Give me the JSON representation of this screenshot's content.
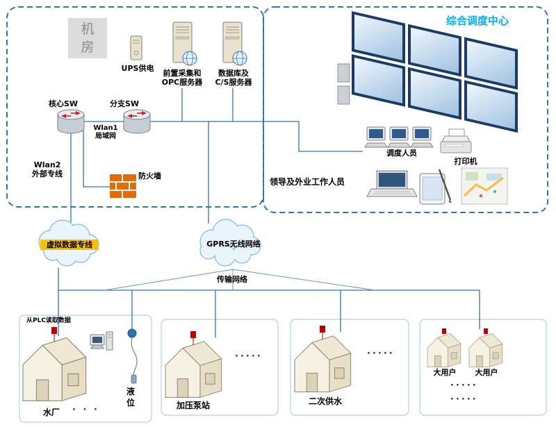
{
  "colors": {
    "line": "#2E75B6",
    "dispatch_title": "#00B0F0",
    "virtual_line_highlight": "#FFC000",
    "firewall_brick": "#E36C0A",
    "antenna_red": "#C00000",
    "cloud_fill": "#EAF4FB",
    "monitor_frame": "#1B3B66"
  },
  "machine_room": {
    "title": "机房",
    "ups_label": "UPS供电",
    "server1_label_line1": "前置采集和",
    "server1_label_line2": "OPC服务器",
    "server2_label_line1": "数据库及",
    "server2_label_line2": "C/S服务器",
    "core_switch_label": "核心SW",
    "branch_switch_label": "分支SW",
    "wlan1_line1": "Wlan1",
    "wlan1_line2": "局域网",
    "wlan2_line1": "Wlan2",
    "wlan2_line2": "外部专线",
    "firewall_label": "防火墙"
  },
  "dispatch_center": {
    "title": "综合调度中心",
    "dispatchers_label": "调度人员",
    "printer_label": "打印机",
    "field_staff_label": "领导及外业工作人员"
  },
  "network": {
    "virtual_line_label": "虚拟数据专线",
    "gprs_label": "GPRS无线网络",
    "transmission_label": "传输网络"
  },
  "sites": {
    "water_plant": {
      "plc_note": "从PLC读取数据",
      "name": "水厂",
      "level_label": "液位",
      "dots": "· · ·"
    },
    "pump_station": {
      "name": "加压泵站",
      "dots": "·····"
    },
    "secondary_supply": {
      "name": "二次供水",
      "dots": "·····"
    },
    "large_users": {
      "name_a": "大用户",
      "name_b": "大用户",
      "dots_row1": "·····",
      "dots_row2": "·····"
    }
  }
}
